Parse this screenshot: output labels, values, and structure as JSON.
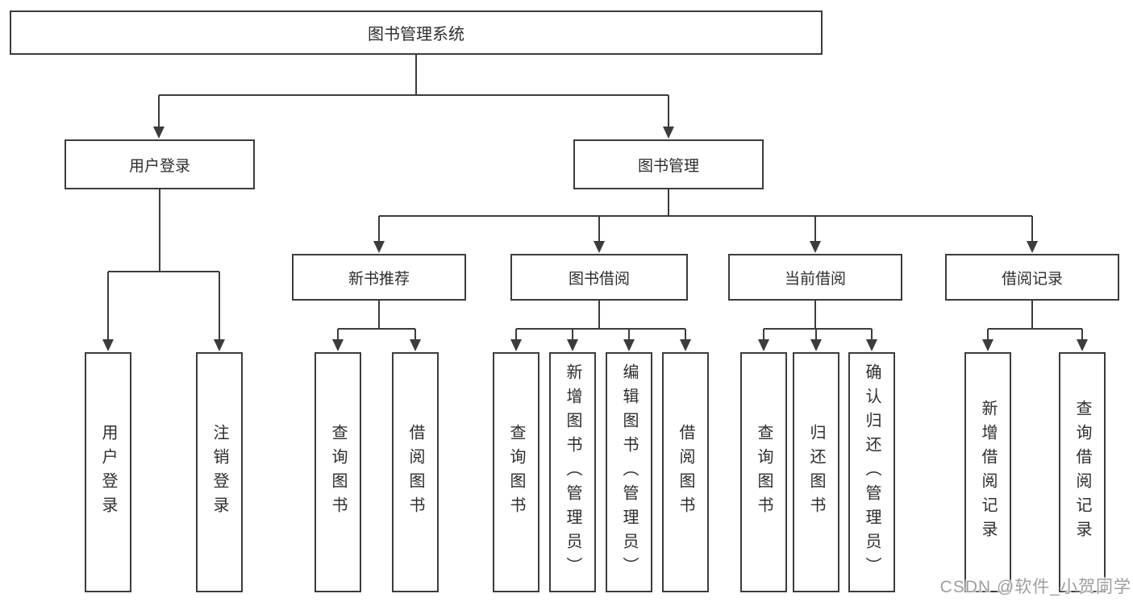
{
  "tree": {
    "label": "图书管理系统",
    "children": [
      {
        "label": "用户登录",
        "children": [
          {
            "label": "用户登录"
          },
          {
            "label": "注销登录"
          }
        ]
      },
      {
        "label": "图书管理",
        "children": [
          {
            "label": "新书推荐",
            "children": [
              {
                "label": "查询图书"
              },
              {
                "label": "借阅图书"
              }
            ]
          },
          {
            "label": "图书借阅",
            "children": [
              {
                "label": "查询图书"
              },
              {
                "label": "新增图书（管理员）"
              },
              {
                "label": "编辑图书（管理员）"
              },
              {
                "label": "借阅图书"
              }
            ]
          },
          {
            "label": "当前借阅",
            "children": [
              {
                "label": "查询图书"
              },
              {
                "label": "归还图书"
              },
              {
                "label": "确认归还（管理员）"
              }
            ]
          },
          {
            "label": "借阅记录",
            "children": [
              {
                "label": "新增借阅记录"
              },
              {
                "label": "查询借阅记录"
              }
            ]
          }
        ]
      }
    ]
  },
  "watermark": "CSDN @软件_小贺同学",
  "colors": {
    "line": "#3c3c3c",
    "text": "#2d2d2d",
    "box_bg": "#ffffff",
    "watermark": "#9e9e9e",
    "page_bg": "#ffffff"
  }
}
